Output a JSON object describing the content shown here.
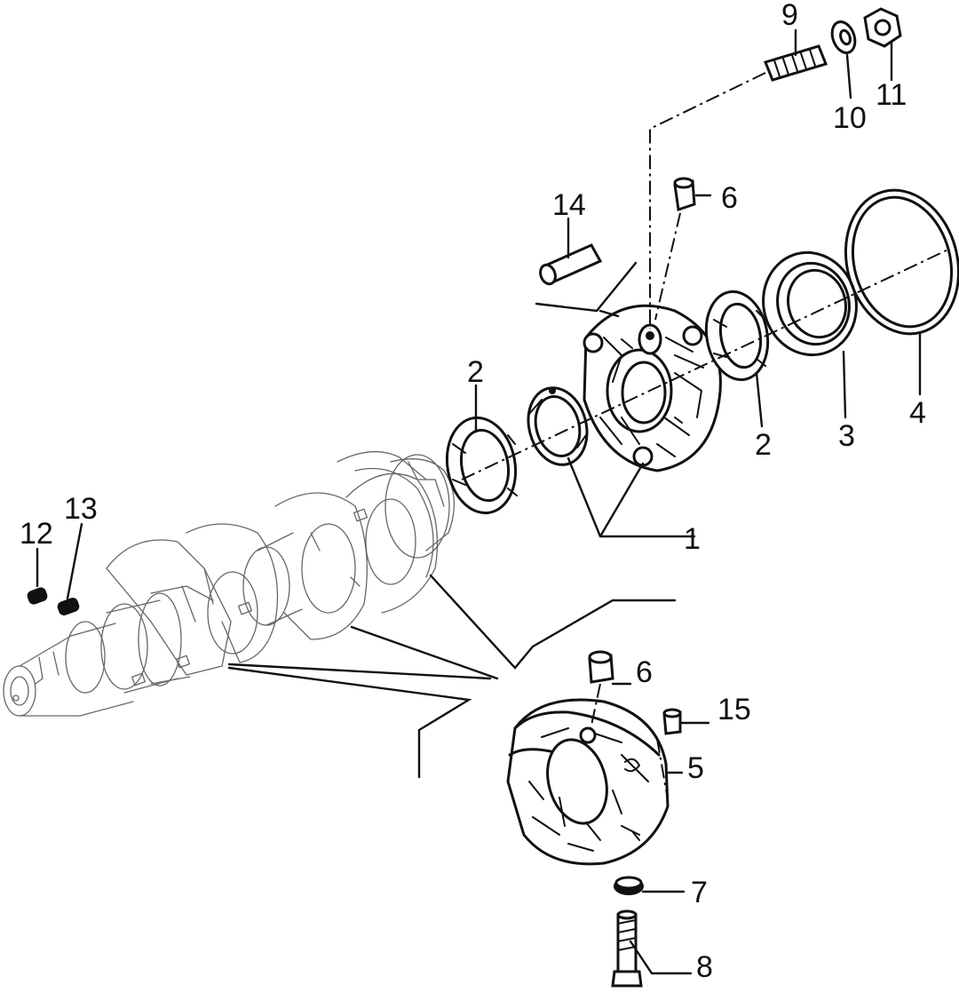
{
  "diagram": {
    "callouts": [
      {
        "id": "callout-1",
        "text": "1"
      },
      {
        "id": "callout-2a",
        "text": "2"
      },
      {
        "id": "callout-2b",
        "text": "2"
      },
      {
        "id": "callout-3",
        "text": "3"
      },
      {
        "id": "callout-4",
        "text": "4"
      },
      {
        "id": "callout-5",
        "text": "5"
      },
      {
        "id": "callout-6a",
        "text": "6"
      },
      {
        "id": "callout-6b",
        "text": "6"
      },
      {
        "id": "callout-7",
        "text": "7"
      },
      {
        "id": "callout-8",
        "text": "8"
      },
      {
        "id": "callout-9",
        "text": "9"
      },
      {
        "id": "callout-10",
        "text": "10"
      },
      {
        "id": "callout-11",
        "text": "11"
      },
      {
        "id": "callout-12",
        "text": "12"
      },
      {
        "id": "callout-13",
        "text": "13"
      },
      {
        "id": "callout-14",
        "text": "14"
      },
      {
        "id": "callout-15",
        "text": "15"
      }
    ]
  }
}
